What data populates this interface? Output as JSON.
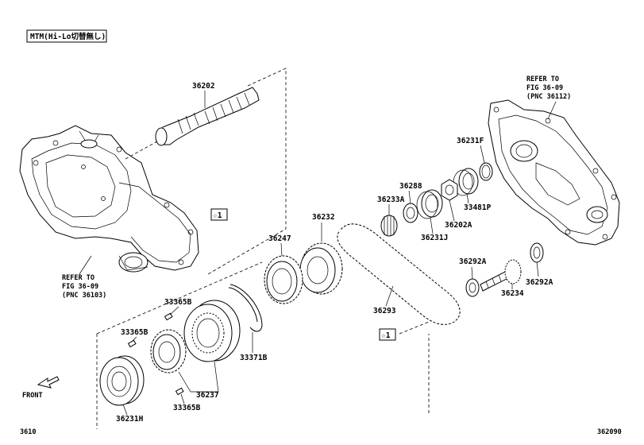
{
  "header": {
    "variant": "MTM(Hi-Lo切替無し)"
  },
  "marks": {
    "m1": "☆1"
  },
  "callouts": {
    "refer_left": [
      "REFER TO",
      "FIG 36-09",
      "(PNC 36103)"
    ],
    "refer_right": [
      "REFER TO",
      "FIG 36-09",
      "(PNC 36112)"
    ]
  },
  "parts": {
    "p36202": "36202",
    "p36231F": "36231F",
    "p36288": "36288",
    "p36233A": "36233A",
    "p36231J": "36231J",
    "p36202A": "36202A",
    "p33481P": "33481P",
    "p36232": "36232",
    "p36247": "36247",
    "p36293": "36293",
    "p36292A": "36292A",
    "p36234": "36234",
    "p33365B": "33365B",
    "p33371B": "33371B",
    "p36237": "36237",
    "p36231H": "36231H"
  },
  "footer": {
    "front": "FRONT",
    "figure_code": "3610",
    "drawing_number": "362090"
  }
}
